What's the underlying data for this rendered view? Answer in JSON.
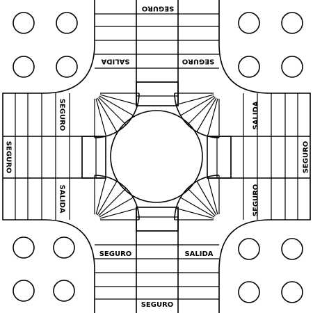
{
  "board": {
    "labels": {
      "top_seguro": "SEGURO",
      "top_left_salida": "SALIDA",
      "top_right_seguro": "SEGURO",
      "left_upper_seguro": "SEGURO",
      "left_center_seguro": "SEGURO",
      "left_lower_salida": "SALIDA",
      "right_upper_salida": "SALIDA",
      "right_center_seguro": "SEGURO",
      "right_lower_seguro": "SEGURO",
      "bottom_left_seguro": "SEGURO",
      "bottom_right_salida": "SALIDA",
      "bottom_seguro": "SEGURO"
    },
    "colors": {
      "line": "#000000",
      "background": "#ffffff"
    }
  }
}
